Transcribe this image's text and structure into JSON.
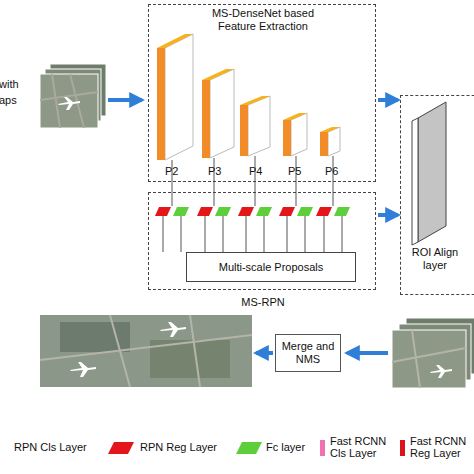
{
  "diagram": {
    "nodes": [
      {
        "text": [
          "MS-DenseNet based Feature Extraction"
        ]
      },
      {
        "text": [
          "ROI Align layer"
        ]
      },
      {
        "text": [
          "MS-RPN"
        ]
      },
      {
        "text": [
          "Multi-scale Proposals"
        ],
        "in": 2
      },
      {
        "text": [
          "Merge and NMS"
        ]
      }
    ],
    "edges": [
      {
        "from": 0,
        "to": 1,
        "arrow": "to"
      },
      {
        "from": 2,
        "to": 1,
        "arrow": "to"
      }
    ],
    "labels": [
      "with",
      "aps",
      "P2",
      "P3",
      "P4",
      "P5",
      "P6"
    ],
    "legend": [
      {
        "text": "RPN Cls Layer"
      },
      {
        "text": "RPN Reg Layer",
        "color": "#e3161b"
      },
      {
        "text": "Fc layer",
        "color": "#5ccf3a"
      },
      {
        "text": "Fast RCNN Cls Layer",
        "color": "#f070b0"
      },
      {
        "text": "Fast RCNN Reg Layer",
        "color": "#d8141c"
      }
    ]
  }
}
